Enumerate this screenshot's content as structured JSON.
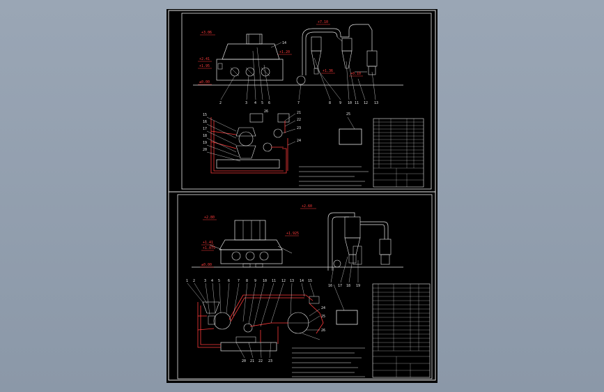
{
  "viewer": {
    "background_color": "#929fb0",
    "sheet_color": "#000000",
    "line_color": "#e8e8e8",
    "accent_color": "#ff3a3a"
  },
  "drawing_top": {
    "elevations": [
      "+3.06",
      "+2.41",
      "+1.95",
      "+1.20",
      "±0.00",
      "+7.10",
      "+1.36",
      "+0.10"
    ],
    "callouts": [
      "2",
      "3",
      "4",
      "5",
      "6",
      "7",
      "8",
      "9",
      "10",
      "11",
      "12",
      "13",
      "14",
      "15",
      "16",
      "17",
      "18",
      "19",
      "20",
      "21",
      "22",
      "23",
      "24",
      "25",
      "26"
    ]
  },
  "drawing_bottom": {
    "elevations": [
      "+2.80",
      "+2.60",
      "+1.41",
      "+1.075",
      "+1.925",
      "±0.00"
    ],
    "callouts": [
      "1",
      "2",
      "3",
      "4",
      "5",
      "6",
      "7",
      "8",
      "9",
      "10",
      "11",
      "12",
      "13",
      "14",
      "15",
      "16",
      "17",
      "18",
      "19",
      "20",
      "21",
      "22",
      "23",
      "24",
      "25",
      "26"
    ]
  }
}
